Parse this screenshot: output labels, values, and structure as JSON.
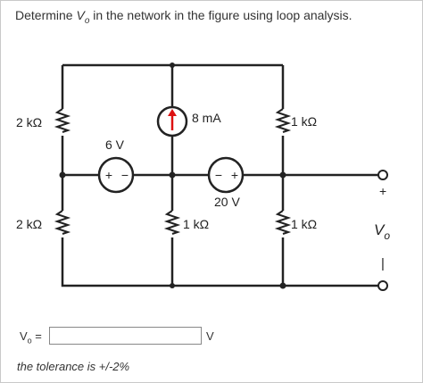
{
  "question": {
    "prefix": "Determine ",
    "var_main": "V",
    "var_sub": "o",
    "suffix": " in the network in the figure using loop analysis."
  },
  "circuit": {
    "r_left_top": "2 kΩ",
    "r_left_bottom": "2 kΩ",
    "r_middle_bottom": "1 kΩ",
    "r_right_top": "1 kΩ",
    "r_right_bottom": "1 kΩ",
    "current_source": "8 mA",
    "voltage_left": "6 V",
    "voltage_right": "20 V",
    "plus_sign": "+",
    "minus_sign": "−",
    "vout_main": "V",
    "vout_sub": "o"
  },
  "answer": {
    "label_main": "V",
    "label_sub": "o",
    "equals": " =",
    "value": "",
    "unit": "V"
  },
  "tolerance": "the tolerance is +/-2%"
}
